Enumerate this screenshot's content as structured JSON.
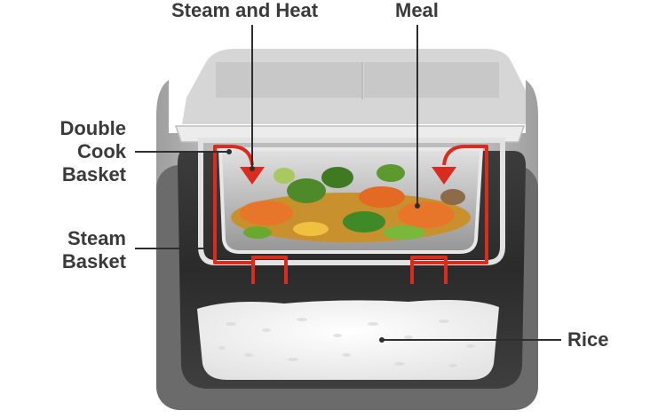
{
  "labels": {
    "steam_and_heat": "Steam and Heat",
    "meal": "Meal",
    "double_cook_basket": [
      "Double",
      "Cook",
      "Basket"
    ],
    "steam_basket": [
      "Steam",
      "Basket"
    ],
    "rice": "Rice"
  },
  "colors": {
    "cooker_body": "#b4b4b4",
    "cooker_interior": "#4a4a4a",
    "lid": "#d4d4d4",
    "basket_rim": "#e8e8e8",
    "steam_arrow": "#d92c1e",
    "rice": "#f3f3f3",
    "leader_line": "#2e2e2e",
    "label_text": "#3a3a3a"
  }
}
